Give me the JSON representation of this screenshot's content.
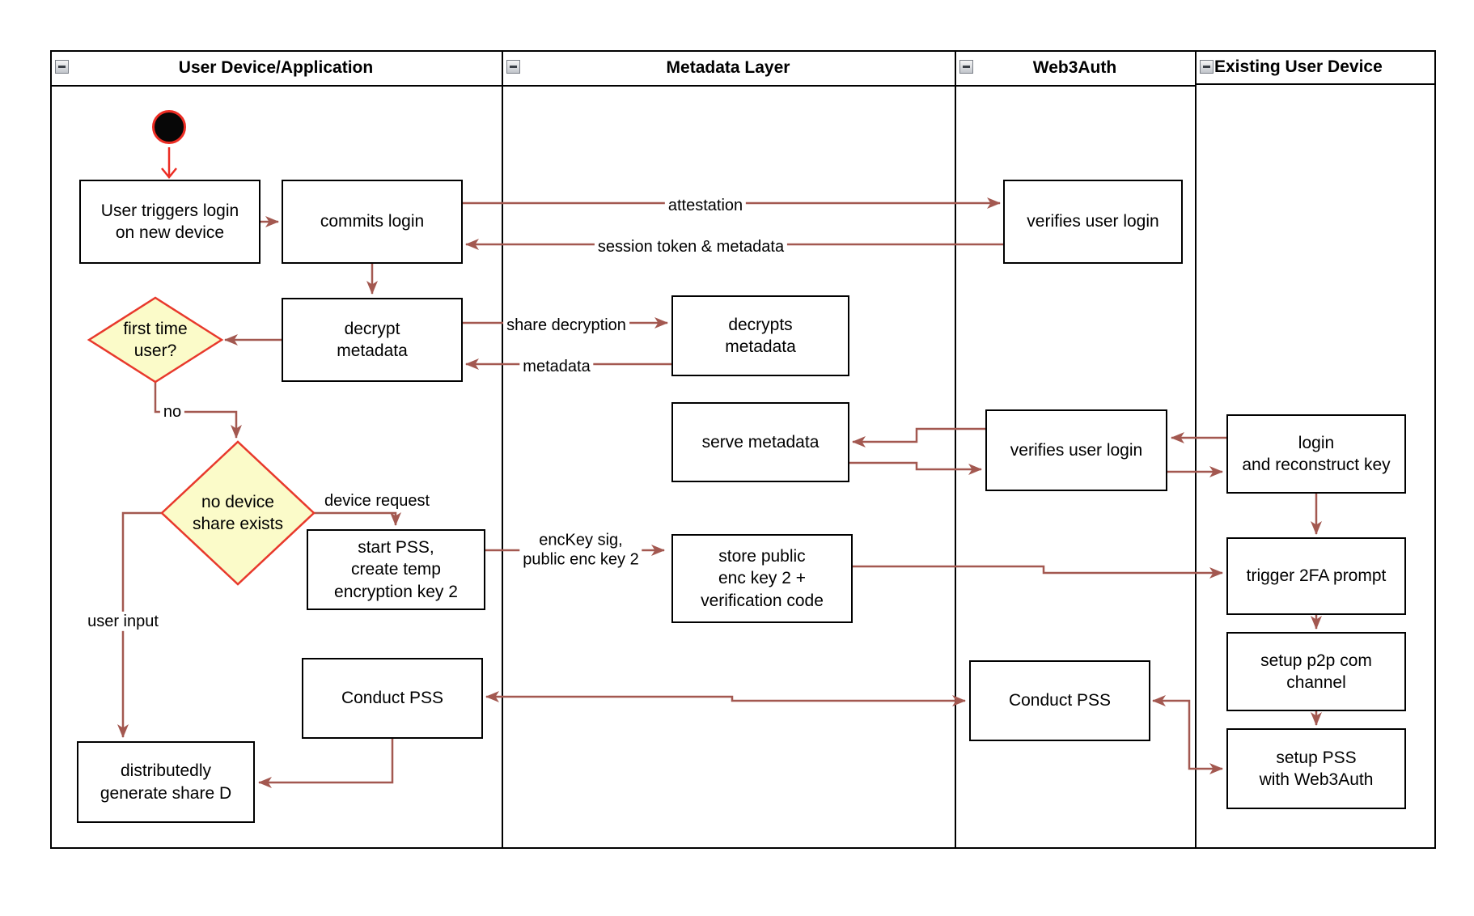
{
  "lanes": [
    {
      "title": "User Device/Application"
    },
    {
      "title": "Metadata Layer"
    },
    {
      "title": "Web3Auth"
    },
    {
      "title": "Existing User Device"
    }
  ],
  "nodes": {
    "user_triggers_login": "User triggers login\non new device",
    "commits_login": "commits login",
    "decrypt_metadata": "decrypt\nmetadata",
    "first_time_user": "first time\nuser?",
    "no_device_share": "no device\nshare exists",
    "start_pss": "start PSS,\ncreate temp\nencryption key 2",
    "conduct_pss_left": "Conduct PSS",
    "generate_share_d": "distributedly\ngenerate share D",
    "decrypts_metadata": "decrypts\nmetadata",
    "serve_metadata": "serve metadata",
    "store_public_key": "store public\nenc key 2 +\nverification code",
    "verifies_user_login_top": "verifies user login",
    "verifies_user_login_mid": "verifies user login",
    "conduct_pss_right": "Conduct PSS",
    "login_reconstruct": "login\nand reconstruct key",
    "trigger_2fa": "trigger 2FA prompt",
    "setup_p2p": "setup p2p com\nchannel",
    "setup_pss": "setup PSS\nwith Web3Auth"
  },
  "edge_labels": {
    "attestation": "attestation",
    "session_token": "session token & metadata",
    "share_decryption": "share decryption",
    "metadata": "metadata",
    "no": "no",
    "device_request": "device request",
    "user_input": "user input",
    "enckey": "encKey sig,\npublic enc key 2"
  },
  "colors": {
    "flow": "#A35850",
    "start_accent": "#EC2D24",
    "diamond_fill": "#FBFBC9",
    "diamond_stroke": "#E8392C"
  }
}
